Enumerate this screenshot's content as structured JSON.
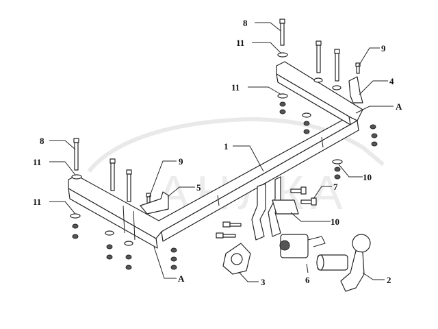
{
  "diagram": {
    "watermark": "АНЛКА",
    "callouts": [
      {
        "id": "8-top",
        "text": "8"
      },
      {
        "id": "11-top",
        "text": "11"
      },
      {
        "id": "9-right",
        "text": "9"
      },
      {
        "id": "4",
        "text": "4"
      },
      {
        "id": "11-mid",
        "text": "11"
      },
      {
        "id": "A-right",
        "text": "A"
      },
      {
        "id": "1",
        "text": "1"
      },
      {
        "id": "8-left",
        "text": "8"
      },
      {
        "id": "11-left",
        "text": "11"
      },
      {
        "id": "9-left",
        "text": "9"
      },
      {
        "id": "10-right",
        "text": "10"
      },
      {
        "id": "5",
        "text": "5"
      },
      {
        "id": "7",
        "text": "7"
      },
      {
        "id": "11-low",
        "text": "11"
      },
      {
        "id": "10-mid",
        "text": "10"
      },
      {
        "id": "A-left",
        "text": "A"
      },
      {
        "id": "3",
        "text": "3"
      },
      {
        "id": "6",
        "text": "6"
      },
      {
        "id": "2",
        "text": "2"
      }
    ]
  }
}
